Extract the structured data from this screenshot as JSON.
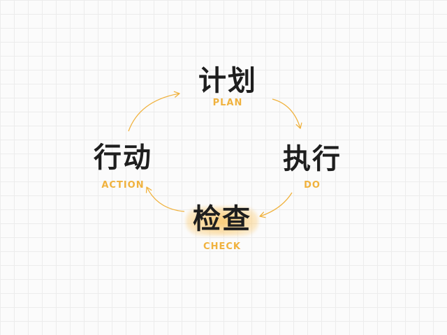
{
  "cycle": {
    "plan": {
      "zh": "计划",
      "en": "PLAN"
    },
    "do": {
      "zh": "执行",
      "en": "DO"
    },
    "check": {
      "zh": "检查",
      "en": "CHECK"
    },
    "action": {
      "zh": "行动",
      "en": "ACTION"
    }
  },
  "colors": {
    "accent": "#f0b23e",
    "text": "#1e1e1e",
    "highlight": "#fbc460"
  }
}
